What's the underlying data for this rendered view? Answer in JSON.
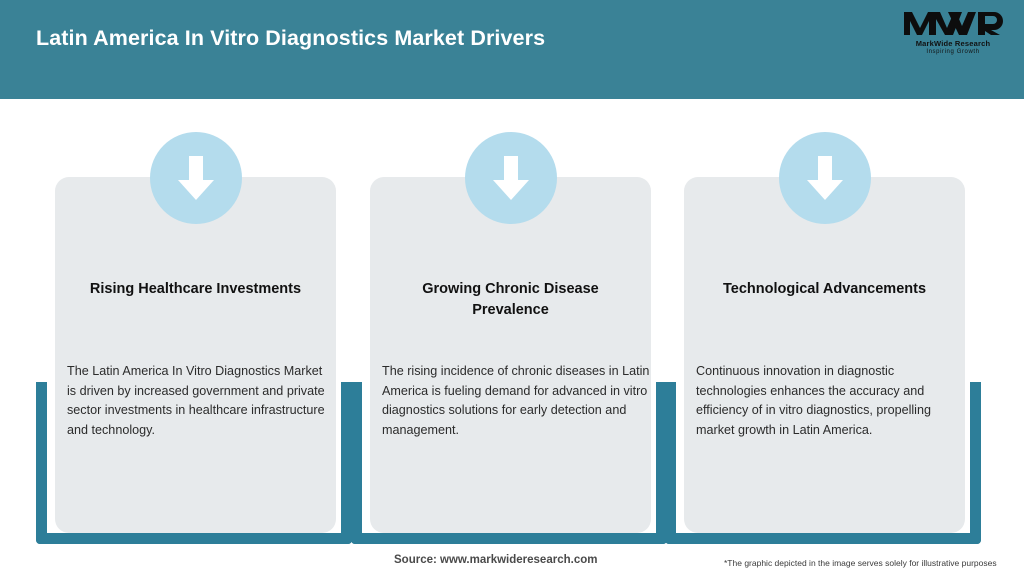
{
  "header": {
    "title": "Latin America In Vitro Diagnostics Market Drivers",
    "background_color": "#3a8296",
    "logo": {
      "mark": "MWR",
      "name": "MarkWide Research",
      "tagline": "Inspiring Growth"
    }
  },
  "cards": [
    {
      "icon": "down-arrow-icon",
      "title": "Rising Healthcare Investments",
      "body": "The Latin America In Vitro Diagnostics Market is driven by increased government and private sector investments in healthcare infrastructure and technology."
    },
    {
      "icon": "down-arrow-icon",
      "title": "Growing Chronic Disease Prevalence",
      "body": "The rising incidence of chronic diseases in Latin America is fueling demand for advanced in vitro diagnostics solutions for early detection and management."
    },
    {
      "icon": "down-arrow-icon",
      "title": "Technological Advancements",
      "body": "Continuous innovation in diagnostic technologies enhances the accuracy and efficiency of in vitro diagnostics, propelling market growth in Latin America."
    }
  ],
  "footer": {
    "source": "Source: www.markwideresearch.com",
    "disclaimer": "*The graphic depicted in the image serves solely for illustrative purposes"
  },
  "colors": {
    "header_teal": "#3a8296",
    "bracket_teal": "#2d7e99",
    "card_gray": "#e7eaec",
    "icon_circle_blue": "#b4dced",
    "arrow_white": "#ffffff"
  }
}
